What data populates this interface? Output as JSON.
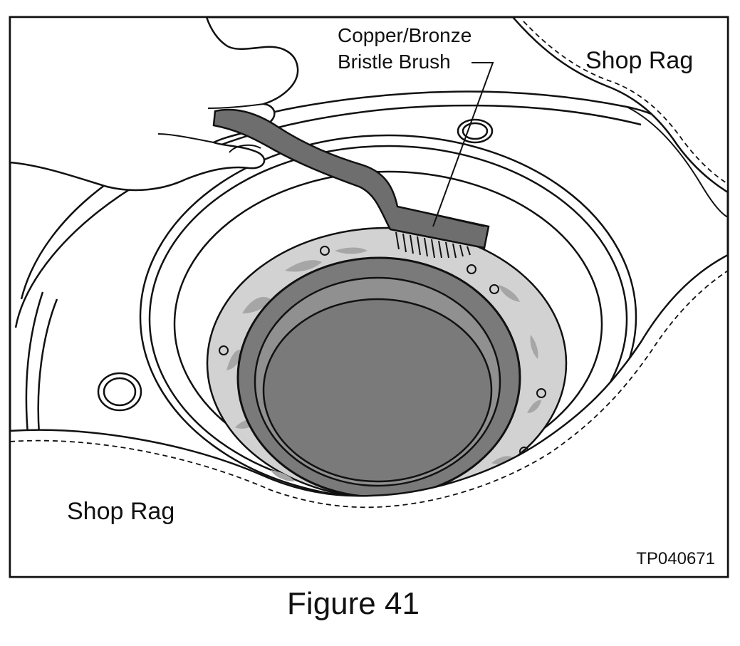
{
  "labels": {
    "brush_line1": "Copper/Bronze",
    "brush_line2": "Bristle Brush",
    "rag_top": "Shop Rag",
    "rag_bottom": "Shop Rag",
    "figure_code": "TP040671"
  },
  "caption": "Figure 41",
  "colors": {
    "outline": "#111111",
    "housing_dark": "#7a7a7a",
    "seal_inner": "#909090",
    "gasket_light": "#d2d2d2",
    "gasket_patch": "#a6a6a6",
    "brush_handle": "#6e6e6e"
  },
  "icons": [
    "hand-icon",
    "brush-icon",
    "bristles-icon"
  ]
}
